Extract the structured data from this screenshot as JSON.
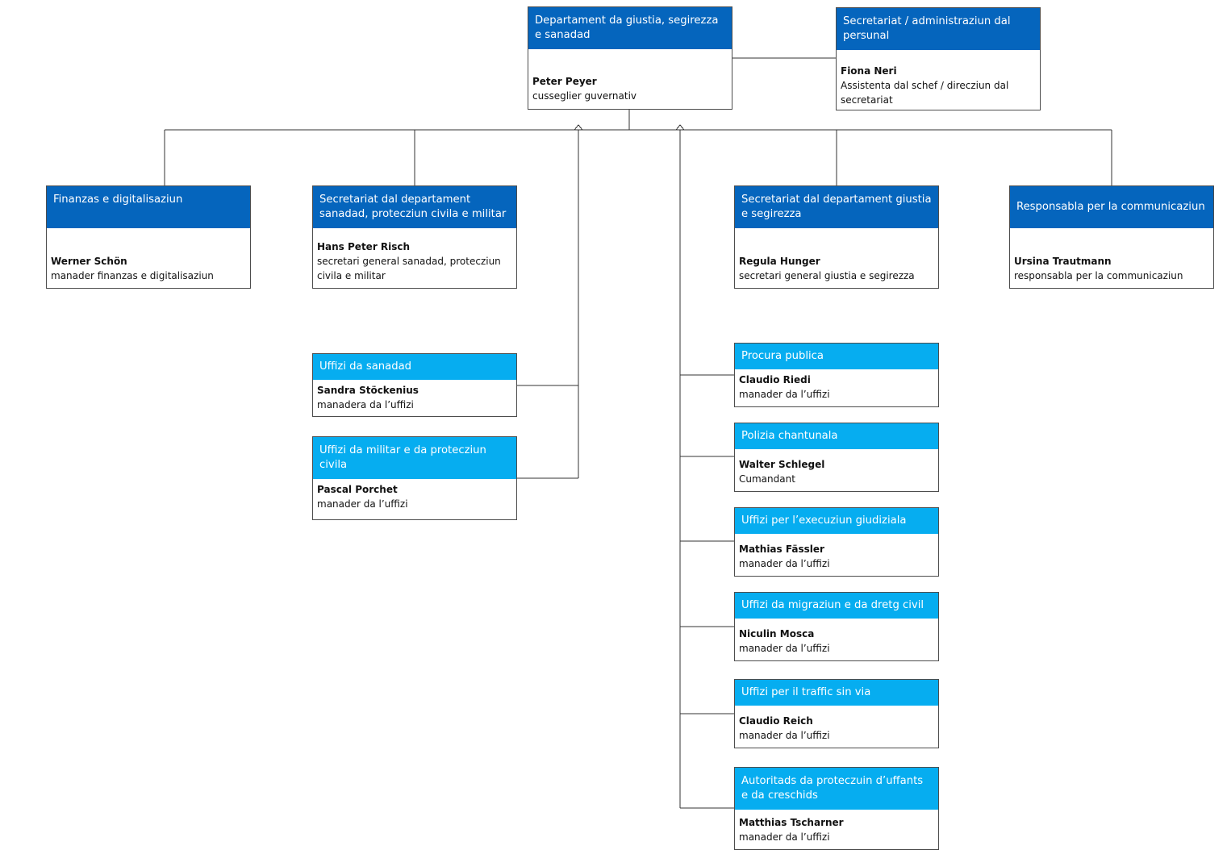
{
  "colors": {
    "header_dark": "#0565bd",
    "header_light": "#06adf0",
    "border": "#4d4d4d",
    "connector": "#333333"
  },
  "units": [
    {
      "id": "dept",
      "style": "dark",
      "title": "Departament da giustia, segirezza e sanadad",
      "person": "Peter Peyer",
      "role": "cusseglier guvernativ"
    },
    {
      "id": "staff",
      "style": "dark",
      "title": "Secretariat / administraziun dal persunal",
      "person": "Fiona Neri",
      "role": "Assistenta dal schef / direcziun dal secretariat"
    },
    {
      "id": "finance",
      "style": "dark",
      "title": "Finanzas e digitalisaziun",
      "person": "Werner Schön",
      "role": "manader finanzas e digitalisaziun"
    },
    {
      "id": "sec-health",
      "style": "dark",
      "title": "Secretariat dal departament sanadad, protecziun civila e militar",
      "person": "Hans Peter Risch",
      "role": "secretari general sanadad, protecziun civila e militar"
    },
    {
      "id": "sec-justice",
      "style": "dark",
      "title": "Secretariat dal departament giustia e segirezza",
      "person": "Regula Hunger",
      "role": "secretari general giustia e segirezza"
    },
    {
      "id": "communication",
      "style": "dark",
      "title": "Responsabla per la communicaziun",
      "person": "Ursina Trautmann",
      "role": "responsabla per la communicaziun"
    },
    {
      "id": "health-office",
      "style": "light",
      "title": "Uffizi da sanadad",
      "person": "Sandra Stöckenius",
      "role": "manadera da l’uffizi"
    },
    {
      "id": "military-office",
      "style": "light",
      "title": "Uffizi da militar e da protecziun civila",
      "person": "Pascal Porchet",
      "role": "manader da l’uffizi"
    },
    {
      "id": "prosecution",
      "style": "light",
      "title": "Procura publica",
      "person": "Claudio Riedi",
      "role": "manader da l’uffizi"
    },
    {
      "id": "police",
      "style": "light",
      "title": "Polizia chantunala",
      "person": "Walter Schlegel",
      "role": "Cumandant"
    },
    {
      "id": "enforcement-office",
      "style": "light",
      "title": "Uffizi per l’execuziun giudiziala",
      "person": "Mathias Fässler",
      "role": "manader da l’uffizi"
    },
    {
      "id": "migration-office",
      "style": "light",
      "title": "Uffizi da migraziun e da dretg civil",
      "person": "Niculin Mosca",
      "role": "manader da l’uffizi"
    },
    {
      "id": "traffic-office",
      "style": "light",
      "title": "Uffizi per il traffic sin via",
      "person": "Claudio Reich",
      "role": "manader da l’uffizi"
    },
    {
      "id": "child-protection",
      "style": "light",
      "title": "Autoritads da proteczuin d’uffants e da creschids",
      "person": "Matthias Tscharner",
      "role": "manader da l’uffizi"
    }
  ]
}
